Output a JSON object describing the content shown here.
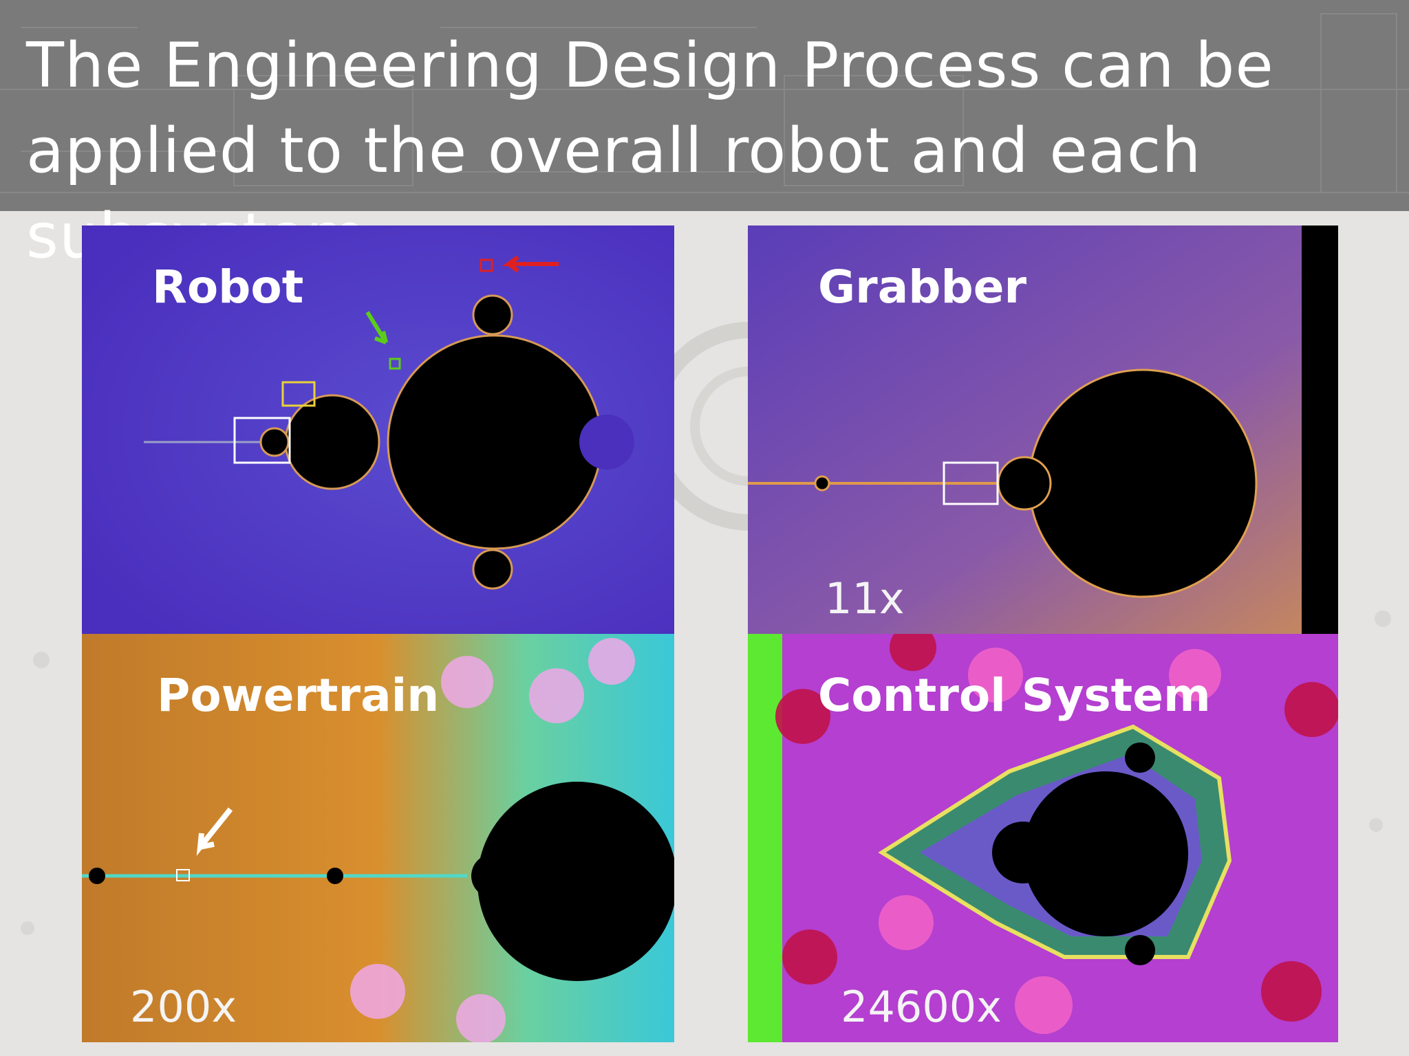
{
  "slide": {
    "title": "The Engineering Design Process can be applied to the overall robot and each subsystem."
  },
  "panels": {
    "robot": {
      "label": "Robot"
    },
    "grabber": {
      "label": "Grabber",
      "zoom": "11x"
    },
    "powertrain": {
      "label": "Powertrain",
      "zoom": "200x"
    },
    "control": {
      "label": "Control System",
      "zoom": "24600x"
    }
  },
  "colors": {
    "header": "#7a7a7a",
    "robot_bg": "#4b2fbd",
    "grabber_bg": "#6b4ab8",
    "powertrain_bg": "#c8852a",
    "control_bg": "#b43fd0",
    "fractal_set": "#000000",
    "arrow_red": "#e02020",
    "arrow_green": "#5ccc1a",
    "marker_yellow": "#e8d23a"
  }
}
